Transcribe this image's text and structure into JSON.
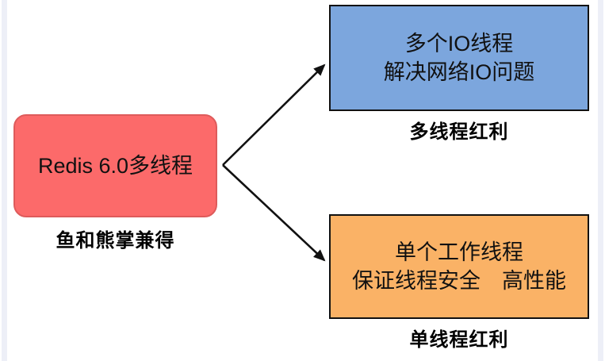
{
  "diagram": {
    "root": {
      "label": "Redis 6.0多线程",
      "caption": "鱼和熊掌兼得",
      "fill": "#fc6a6a",
      "border": "#de5b5b"
    },
    "branches": [
      {
        "name": "multi-io-threads",
        "lines": [
          "多个IO线程",
          "解决网络IO问题"
        ],
        "caption": "多线程红利",
        "fill": "#7ca6dd",
        "border": "#111111"
      },
      {
        "name": "single-worker-thread",
        "lines": [
          "单个工作线程",
          "保证线程安全　高性能"
        ],
        "caption": "单线程红利",
        "fill": "#fab266",
        "border": "#111111"
      }
    ],
    "arrow_color": "#111111",
    "page_gutter_color": "#edeff7"
  }
}
